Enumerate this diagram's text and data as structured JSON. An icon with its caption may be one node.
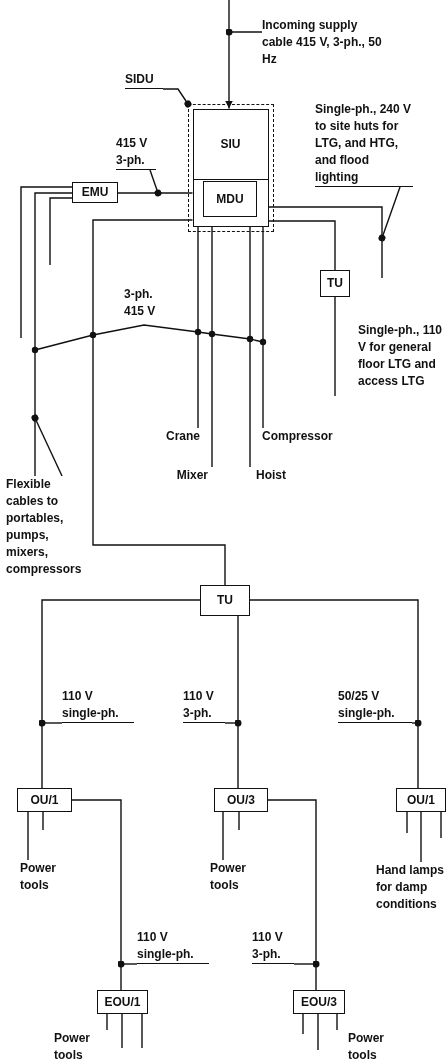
{
  "diagram": {
    "nodes": [
      {
        "text": [
          "Incoming supply cable 415 V, 3-ph., 50 Hz"
        ]
      },
      {
        "text": [
          "SIDU"
        ]
      },
      {
        "text": [],
        "shape": "box"
      },
      {
        "text": [
          "SIU"
        ],
        "in": 2
      },
      {
        "text": [],
        "shape": "box",
        "in": 2
      },
      {
        "text": [
          "MDU"
        ],
        "in": 4
      },
      {
        "text": [
          "415 V 3-ph."
        ]
      },
      {
        "text": [
          "EMU"
        ]
      },
      {
        "text": [
          "Single-ph., 240 V to site huts for LTG, and HTG, and flood lighting"
        ]
      },
      {
        "text": [
          "TU"
        ]
      },
      {
        "text": [
          "Flexible cables to portables, pumps, mixers, compressors"
        ]
      },
      {
        "text": [
          "TU"
        ]
      },
      {
        "text": [
          "OU/1"
        ]
      },
      {
        "text": [
          "OU/3"
        ]
      },
      {
        "text": [
          "OU/1"
        ]
      },
      {
        "text": [
          "EOU/1"
        ]
      },
      {
        "text": [
          "EOU/3"
        ]
      },
      {
        "text": [
          "110 V single-ph."
        ]
      },
      {
        "text": [
          "110 V 3-ph."
        ]
      },
      {
        "text": [
          "50/25 V single-ph."
        ]
      },
      {
        "text": [
          "110 V single-ph."
        ]
      },
      {
        "text": [
          "110 V 3-ph."
        ]
      },
      {
        "text": [
          "Crane"
        ]
      },
      {
        "text": [
          "Compressor"
        ]
      },
      {
        "text": [
          "Mixer"
        ]
      },
      {
        "text": [
          "Hoist"
        ]
      },
      {
        "text": [
          "Power tools"
        ]
      },
      {
        "text": [
          "Power tools"
        ]
      },
      {
        "text": [
          "Hand lamps for damp conditions"
        ]
      },
      {
        "text": [
          "Power tools"
        ]
      },
      {
        "text": [
          "Power tools"
        ]
      }
    ],
    "edges": [
      {
        "from": null,
        "to": 3,
        "arrow": "to"
      },
      {
        "from": 0,
        "to": null,
        "arrow": "other"
      },
      {
        "from": 1,
        "to": 2,
        "arrow": "other"
      },
      {
        "from": 6,
        "to": null,
        "arrow": "other"
      },
      {
        "from": 7,
        "to": 4,
        "arrow": "none"
      },
      {
        "from": 8,
        "to": null,
        "arrow": "other"
      },
      {
        "from": 4,
        "to": null,
        "arrow": "none"
      },
      {
        "from": 4,
        "to": 9,
        "arrow": "none"
      },
      {
        "from": 9,
        "to": null,
        "arrow": "none"
      },
      {
        "from": 4,
        "to": 22,
        "arrow": "none"
      },
      {
        "from": 4,
        "to": 24,
        "arrow": "none"
      },
      {
        "from": 4,
        "to": 25,
        "arrow": "none"
      },
      {
        "from": 4,
        "to": 23,
        "arrow": "none"
      },
      {
        "from": 4,
        "to": 11,
        "arrow": "none"
      },
      {
        "from": 7,
        "to": null,
        "arrow": "none"
      },
      {
        "from": 7,
        "to": 10,
        "arrow": "none"
      },
      {
        "from": 7,
        "to": null,
        "arrow": "none"
      },
      {
        "from": 10,
        "to": null,
        "arrow": "other"
      },
      {
        "from": 11,
        "to": 12,
        "arrow": "none"
      },
      {
        "from": 11,
        "to": 13,
        "arrow": "none"
      },
      {
        "from": 11,
        "to": 14,
        "arrow": "none"
      },
      {
        "from": 12,
        "to": 15,
        "arrow": "none"
      },
      {
        "from": 13,
        "to": 16,
        "arrow": "none"
      },
      {
        "from": 17,
        "to": null,
        "arrow": "other"
      },
      {
        "from": 18,
        "to": null,
        "arrow": "other"
      },
      {
        "from": 19,
        "to": null,
        "arrow": "other"
      },
      {
        "from": 20,
        "to": null,
        "arrow": "other"
      },
      {
        "from": 21,
        "to": null,
        "arrow": "other"
      },
      {
        "from": 12,
        "to": 26,
        "arrow": "none"
      },
      {
        "from": 12,
        "to": null,
        "arrow": "none"
      },
      {
        "from": 13,
        "to": 27,
        "arrow": "none"
      },
      {
        "from": 13,
        "to": null,
        "arrow": "none"
      },
      {
        "from": 14,
        "to": null,
        "arrow": "none"
      },
      {
        "from": 14,
        "to": 28,
        "arrow": "none"
      },
      {
        "from": 14,
        "to": null,
        "arrow": "none"
      },
      {
        "from": 15,
        "to": 29,
        "arrow": "none"
      },
      {
        "from": 15,
        "to": null,
        "arrow": "none"
      },
      {
        "from": 15,
        "to": null,
        "arrow": "none"
      },
      {
        "from": 16,
        "to": null,
        "arrow": "none"
      },
      {
        "from": 16,
        "to": null,
        "arrow": "none"
      },
      {
        "from": 16,
        "to": 30,
        "arrow": "none"
      }
    ],
    "labels": [
      "3-ph. 415 V",
      "Single-ph., 110 V for general floor LTG and access LTG"
    ]
  }
}
